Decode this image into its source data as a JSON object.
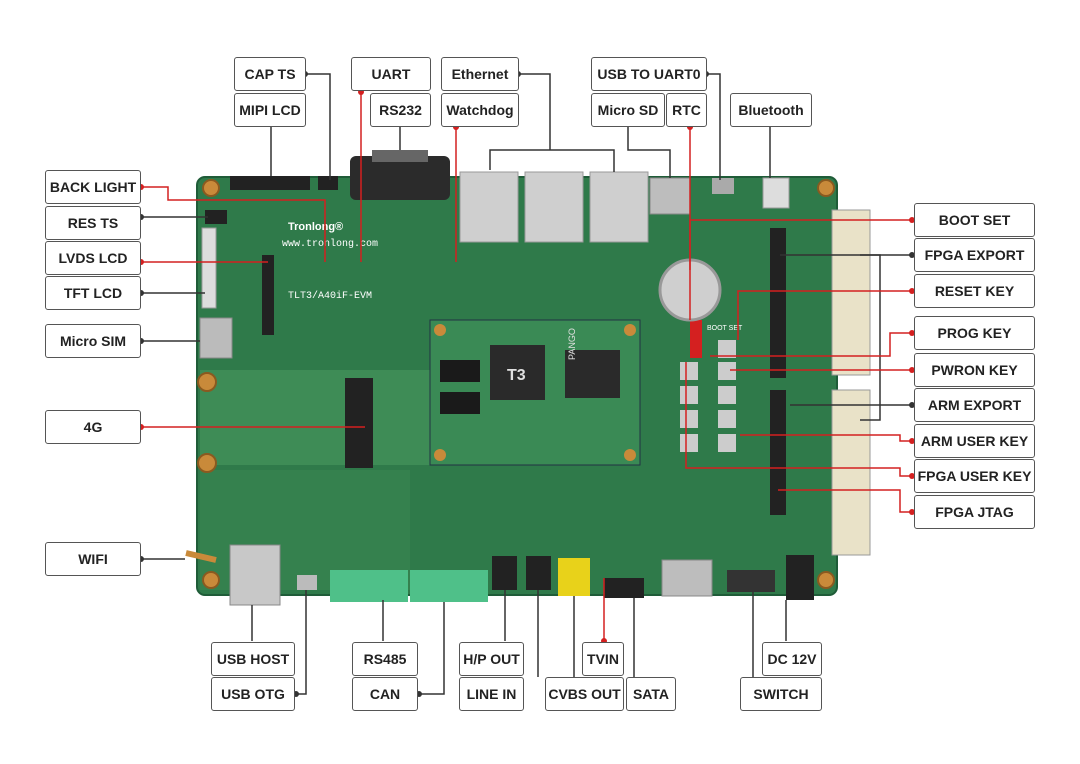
{
  "colors": {
    "board": "#2f7a4a",
    "board_dark": "#1f5c38",
    "line_red": "#d42020",
    "line_dark": "#333333",
    "label_border": "#555555"
  },
  "board": {
    "brand": "Tronlong®",
    "website": "www.tronlong.com",
    "model": "TLT3/A40iF-EVM",
    "som_chip": "T3",
    "fpga_brand": "PANGO",
    "boot_set_silk": "BOOT SET"
  },
  "labels": {
    "cap_ts": "CAP TS",
    "mipi_lcd": "MIPI LCD",
    "uart": "UART",
    "rs232": "RS232",
    "ethernet": "Ethernet",
    "watchdog": "Watchdog",
    "usb_to_uart0": "USB TO UART0",
    "micro_sd": "Micro SD",
    "rtc": "RTC",
    "bluetooth": "Bluetooth",
    "back_light": "BACK LIGHT",
    "res_ts": "RES TS",
    "lvds_lcd": "LVDS LCD",
    "tft_lcd": "TFT LCD",
    "micro_sim": "Micro SIM",
    "g4": "4G",
    "wifi": "WIFI",
    "boot_set": "BOOT SET",
    "fpga_export": "FPGA EXPORT",
    "reset_key": "RESET KEY",
    "prog_key": "PROG KEY",
    "pwron_key": "PWRON KEY",
    "arm_export": "ARM EXPORT",
    "arm_user_key": "ARM USER KEY",
    "fpga_user_key": "FPGA USER KEY",
    "fpga_jtag": "FPGA JTAG",
    "usb_host": "USB HOST",
    "usb_otg": "USB OTG",
    "rs485": "RS485",
    "can": "CAN",
    "hp_out": "H/P OUT",
    "line_in": "LINE IN",
    "tvin": "TVIN",
    "cvbs_out": "CVBS OUT",
    "sata": "SATA",
    "dc_12v": "DC 12V",
    "switch": "SWITCH"
  }
}
